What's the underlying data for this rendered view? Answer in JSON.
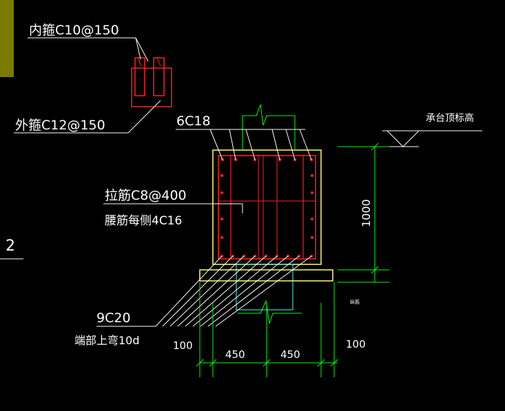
{
  "labels": {
    "inner_stirrup": "内箍C10@150",
    "outer_stirrup": "外箍C12@150",
    "top_bars": "6C18",
    "tie_bars": "拉筋C8@400",
    "side_bars": "腰筋每侧4C16",
    "bottom_bars": "9C20",
    "anchor_note": "端部上弯10d",
    "section_mark": "2",
    "cap_top_label": "承台顶标高",
    "small_note": "纵筋",
    "dim_height": "1000",
    "dim_100_left": "100",
    "dim_450_left": "450",
    "dim_450_right": "450",
    "dim_100_right": "100"
  },
  "colors": {
    "background": "#000000",
    "white": "#ffffff",
    "red": "#ff2020",
    "yellow": "#ffff66",
    "green": "#00ff00",
    "cyan": "#44ffff",
    "tab": "#7a7a00"
  }
}
